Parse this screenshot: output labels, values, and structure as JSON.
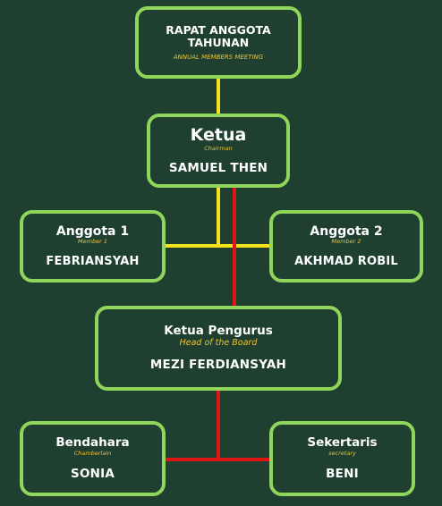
{
  "colors": {
    "background": "#1f4030",
    "box_border": "#8fd65a",
    "text": "#ffffff",
    "subtitle": "#e8c23a",
    "line_advisory": "#f5e21a",
    "line_command": "#e11414"
  },
  "nodes": {
    "rat": {
      "title_line1": "RAPAT ANGGOTA",
      "title_line2": "TAHUNAN",
      "subtitle": "ANNUAL MEMBERS MEETING"
    },
    "ketua": {
      "title": "Ketua",
      "subtitle": "Chairman",
      "name": "SAMUEL THEN"
    },
    "anggota1": {
      "title": "Anggota 1",
      "subtitle": "Member 1",
      "name": "FEBRIANSYAH"
    },
    "anggota2": {
      "title": "Anggota 2",
      "subtitle": "Member 2",
      "name": "AKHMAD ROBIL"
    },
    "ketua_pengurus": {
      "title": "Ketua Pengurus",
      "subtitle": "Head of the Board",
      "name": "MEZI FERDIANSYAH"
    },
    "bendahara": {
      "title": "Bendahara",
      "subtitle": "Chamberlain",
      "name": "SONIA"
    },
    "sekertaris": {
      "title": "Sekertaris",
      "subtitle": "secretary",
      "name": "BENI"
    }
  }
}
